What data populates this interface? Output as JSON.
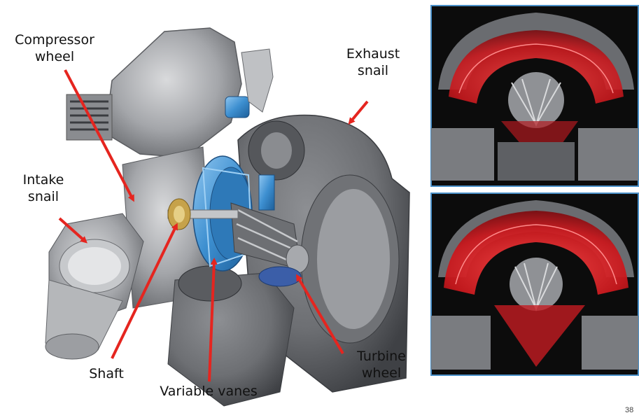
{
  "diagram": {
    "labels": {
      "compressor_wheel": {
        "line1": "Compressor",
        "line2": "wheel"
      },
      "exhaust_snail": {
        "line1": "Exhaust",
        "line2": "snail"
      },
      "intake_snail": {
        "line1": "Intake",
        "line2": "snail"
      },
      "shaft": "Shaft",
      "variable_vanes": "Variable vanes",
      "turbine_wheel": {
        "line1": "Turbine",
        "line2": "wheel"
      }
    },
    "colors": {
      "arrow": "#e5251f",
      "housing": "#9a9ca0",
      "vane_ring": "#3d8fd0",
      "flow": "#d8262a",
      "panel_border": "#4a90c8"
    }
  },
  "page": {
    "number": "38"
  }
}
